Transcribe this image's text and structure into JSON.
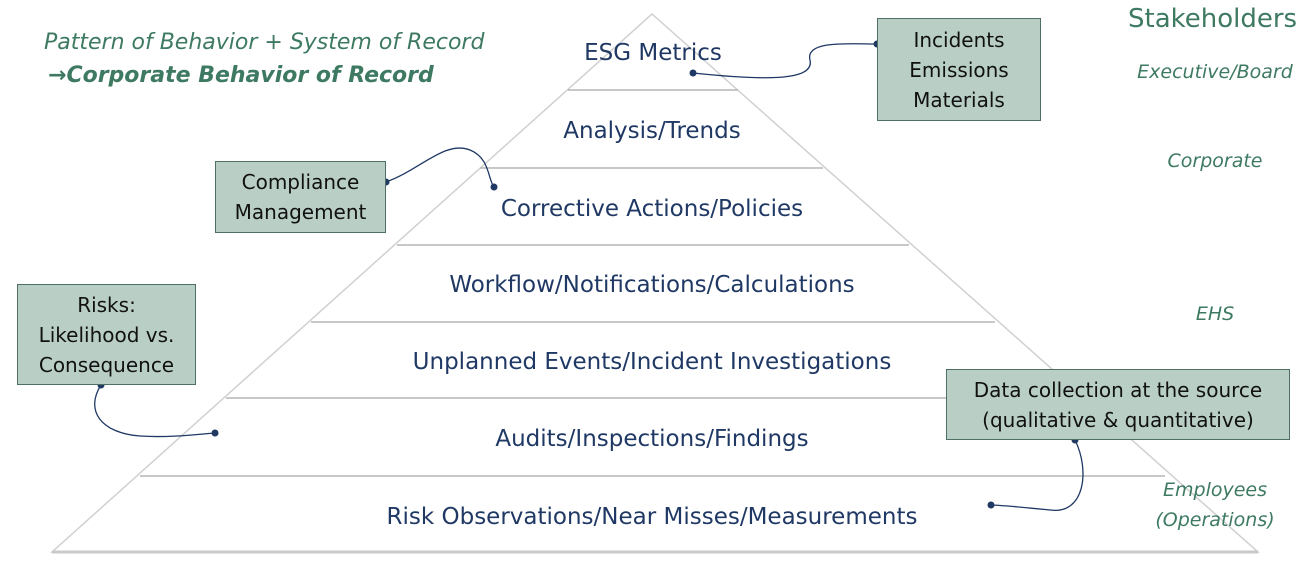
{
  "header": {
    "line1": "Pattern of Behavior + System of Record",
    "arrow": "→",
    "line2": "Corporate Behavior of Record"
  },
  "stakeholders": {
    "title": "Stakeholders",
    "levels": [
      "Executive/Board",
      "Corporate",
      "EHS",
      "Employees",
      "(Operations)"
    ]
  },
  "pyramid": {
    "tiers": [
      "ESG Metrics",
      "Analysis/Trends",
      "Corrective Actions/Policies",
      "Workflow/Notifications/Calculations",
      "Unplanned Events/Incident Investigations",
      "Audits/Inspections/Findings",
      "Risk Observations/Near Misses/Measurements"
    ]
  },
  "callouts": {
    "metrics": [
      "Incidents",
      "Emissions",
      "Materials"
    ],
    "compliance": [
      "Compliance",
      "Management"
    ],
    "risks": [
      "Risks:",
      "Likelihood vs.",
      "Consequence"
    ],
    "data_collection": [
      "Data collection at the source",
      "(qualitative & quantitative)"
    ]
  },
  "colors": {
    "tier_text": "#1f3864",
    "callout_fill": "#b9cfc6",
    "accent_green": "#3e7a62",
    "connector": "#1f3864"
  }
}
